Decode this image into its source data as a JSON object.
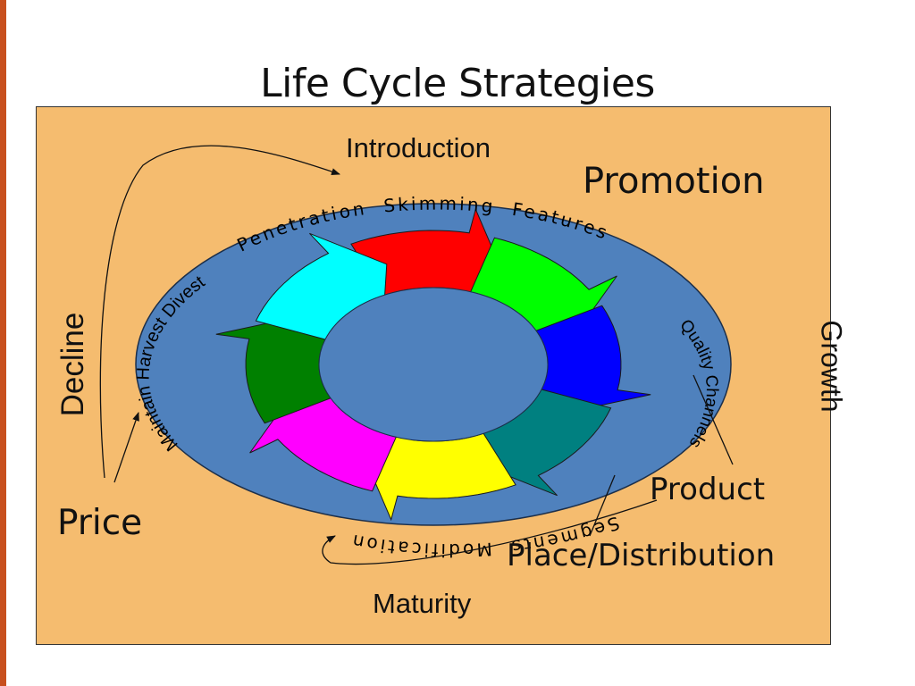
{
  "title": "Life Cycle Strategies",
  "stages": {
    "introduction": "Introduction",
    "growth": "Growth",
    "maturity": "Maturity",
    "decline": "Decline"
  },
  "marketing_mix": {
    "promotion": "Promotion",
    "product": "Product",
    "place": "Place/Distribution",
    "price": "Price"
  },
  "ring_text": {
    "top": "Penetration  Skimming  Features",
    "right": "Quality Channels",
    "bottom": "Segments  Modification",
    "left": "Maintain Harvest Divest"
  },
  "colors": {
    "panel": "#f5bc6f",
    "ellipse": "#4f81bd",
    "arrows": [
      "#ff0000",
      "#00ff00",
      "#0000ff",
      "#008080",
      "#ffff00",
      "#ff00ff",
      "#008000",
      "#00ffff"
    ]
  }
}
